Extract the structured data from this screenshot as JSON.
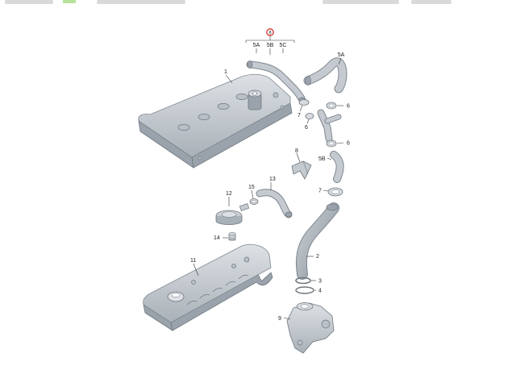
{
  "diagram": {
    "group_callout": "6",
    "labels": {
      "p1": "1",
      "p2": "2",
      "p3": "3",
      "p4": "4",
      "p5a_top": "5A",
      "p5a_header": "5A",
      "p5b_header": "5B",
      "p5c_header": "5C",
      "p5b": "5B",
      "p6_a": "6",
      "p6_b": "6",
      "p6_c": "6",
      "p7_a": "7",
      "p7_b": "7",
      "p8": "8",
      "p9": "9",
      "p11": "11",
      "p12": "12",
      "p13": "13",
      "p14": "14",
      "p15": "15"
    },
    "colors": {
      "part": "#c9ced3",
      "part_shadow": "#9aa3ab",
      "outline": "#6e767e",
      "callout_ring": "#d8322a"
    }
  }
}
